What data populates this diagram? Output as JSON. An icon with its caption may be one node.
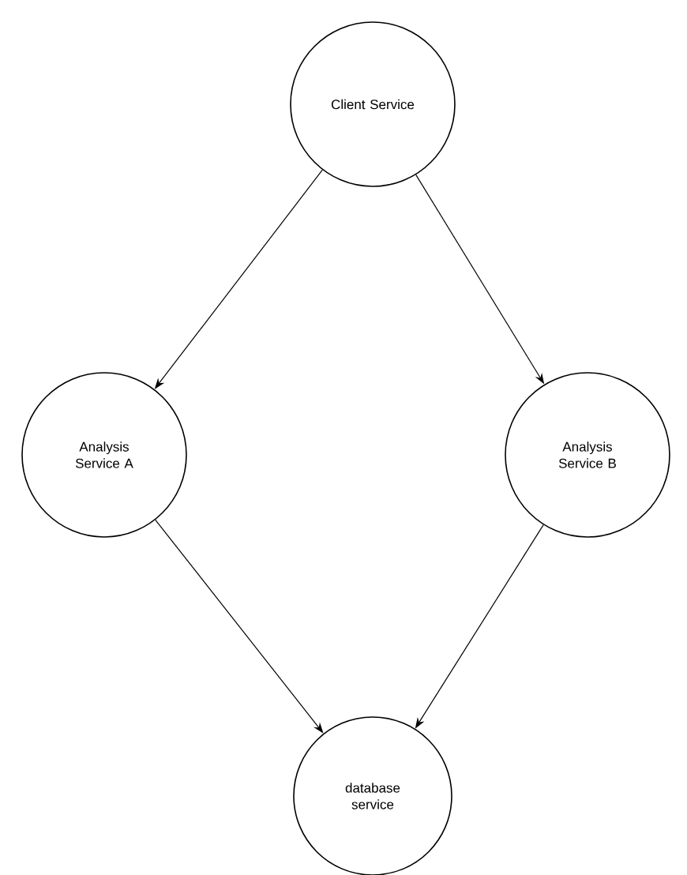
{
  "diagram": {
    "nodes": [
      {
        "text": [
          "Client Service"
        ]
      },
      {
        "text": [
          "Analysis Service A"
        ]
      },
      {
        "text": [
          "Analysis Service B"
        ]
      },
      {
        "text": [
          "database service"
        ]
      }
    ],
    "edges": [
      {
        "from": 0,
        "to": 1,
        "arrow": "to"
      },
      {
        "from": 0,
        "to": 2,
        "arrow": "to"
      },
      {
        "from": 1,
        "to": 3,
        "arrow": "to"
      },
      {
        "from": 2,
        "to": 3,
        "arrow": "to"
      }
    ]
  }
}
